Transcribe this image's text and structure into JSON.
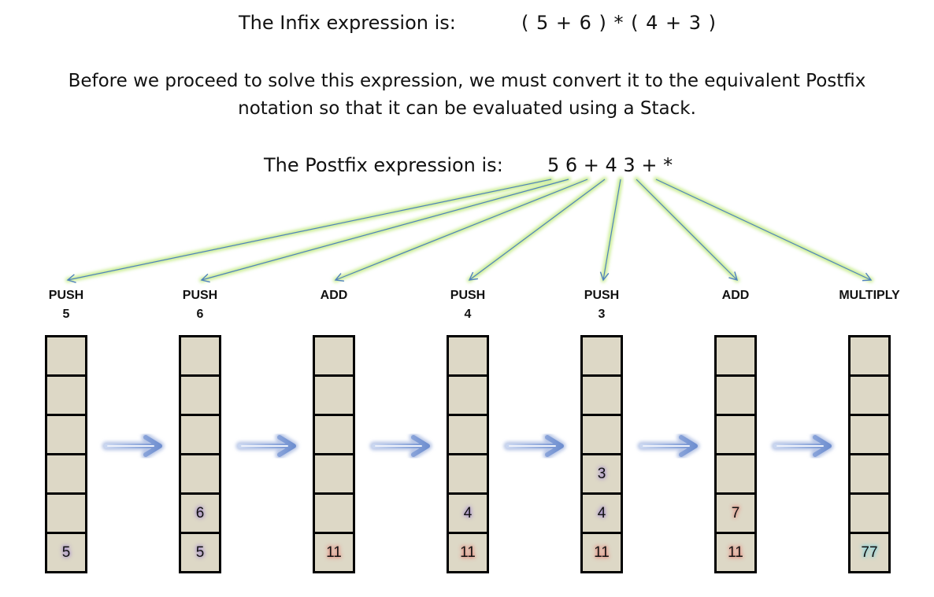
{
  "infix": {
    "label": "The Infix expression is:",
    "expression": "( 5 + 6 ) * ( 4 + 3 )"
  },
  "explanation": {
    "line1": "Before we proceed to solve this expression, we must convert it to the equivalent Postfix",
    "line2": "notation so that it can be evaluated using a Stack."
  },
  "postfix": {
    "label": "The Postfix expression is:",
    "expression": "5 6 + 4 3 + *"
  },
  "steps": [
    {
      "op": "PUSH",
      "arg": "5",
      "stack": [
        "5"
      ],
      "colors": [
        "blue"
      ]
    },
    {
      "op": "PUSH",
      "arg": "6",
      "stack": [
        "5",
        "6"
      ],
      "colors": [
        "blue",
        "blue"
      ]
    },
    {
      "op": "ADD",
      "arg": "",
      "stack": [
        "11"
      ],
      "colors": [
        "red"
      ]
    },
    {
      "op": "PUSH",
      "arg": "4",
      "stack": [
        "11",
        "4"
      ],
      "colors": [
        "red",
        "blue"
      ]
    },
    {
      "op": "PUSH",
      "arg": "3",
      "stack": [
        "11",
        "4",
        "3"
      ],
      "colors": [
        "red",
        "blue",
        "blue"
      ]
    },
    {
      "op": "ADD",
      "arg": "",
      "stack": [
        "11",
        "7"
      ],
      "colors": [
        "red",
        "red"
      ]
    },
    {
      "op": "MULTIPLY",
      "arg": "",
      "stack": [
        "77"
      ],
      "colors": [
        "cyan"
      ]
    }
  ],
  "colors": {
    "cell_fill": "#ddd8c6",
    "cell_border": "#000000",
    "pointer_line": "#4f81bd",
    "pointer_glow": "#c6ec8c",
    "flow_arrow": "#8fa7d8"
  }
}
